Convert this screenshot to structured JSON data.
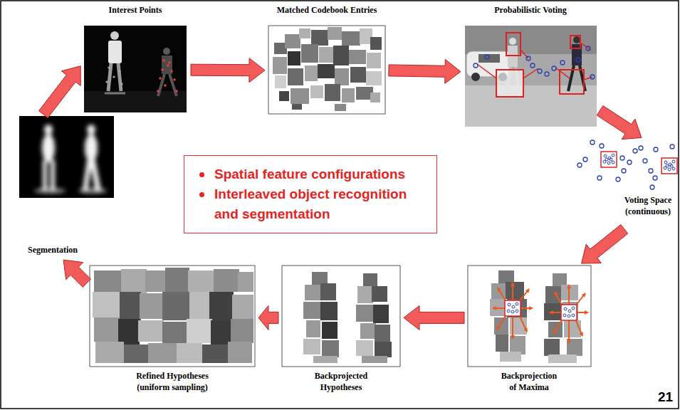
{
  "diagram": {
    "nodes": [
      {
        "text": [
          "Interest Points"
        ]
      },
      {
        "text": [
          "Matched Codebook Entries"
        ]
      },
      {
        "text": [
          "Probabilistic Voting"
        ]
      },
      {
        "text": [
          "Segmentation"
        ]
      },
      {
        "text": [
          "Spatial feature configurations",
          "Interleaved object recognition and segmentation"
        ]
      },
      {
        "text": [
          "Voting Space (continuous)"
        ]
      },
      {
        "text": [
          "Refined Hypotheses (uniform sampling)"
        ]
      },
      {
        "text": [
          "Backprojected Hypotheses"
        ]
      },
      {
        "text": [
          "Backprojection of Maxima"
        ]
      }
    ],
    "edges": [
      {
        "from": 0,
        "to": 1,
        "arrow": "to"
      },
      {
        "from": 1,
        "to": 2,
        "arrow": "to"
      },
      {
        "from": 2,
        "to": 5,
        "arrow": "to"
      },
      {
        "from": 5,
        "to": 8,
        "arrow": "to"
      },
      {
        "from": 8,
        "to": 7,
        "arrow": "to"
      },
      {
        "from": 7,
        "to": 6,
        "arrow": "to"
      },
      {
        "from": 6,
        "to": 3,
        "arrow": "to"
      },
      {
        "from": 3,
        "to": 0,
        "arrow": "to"
      }
    ],
    "labels": [
      "21"
    ]
  }
}
